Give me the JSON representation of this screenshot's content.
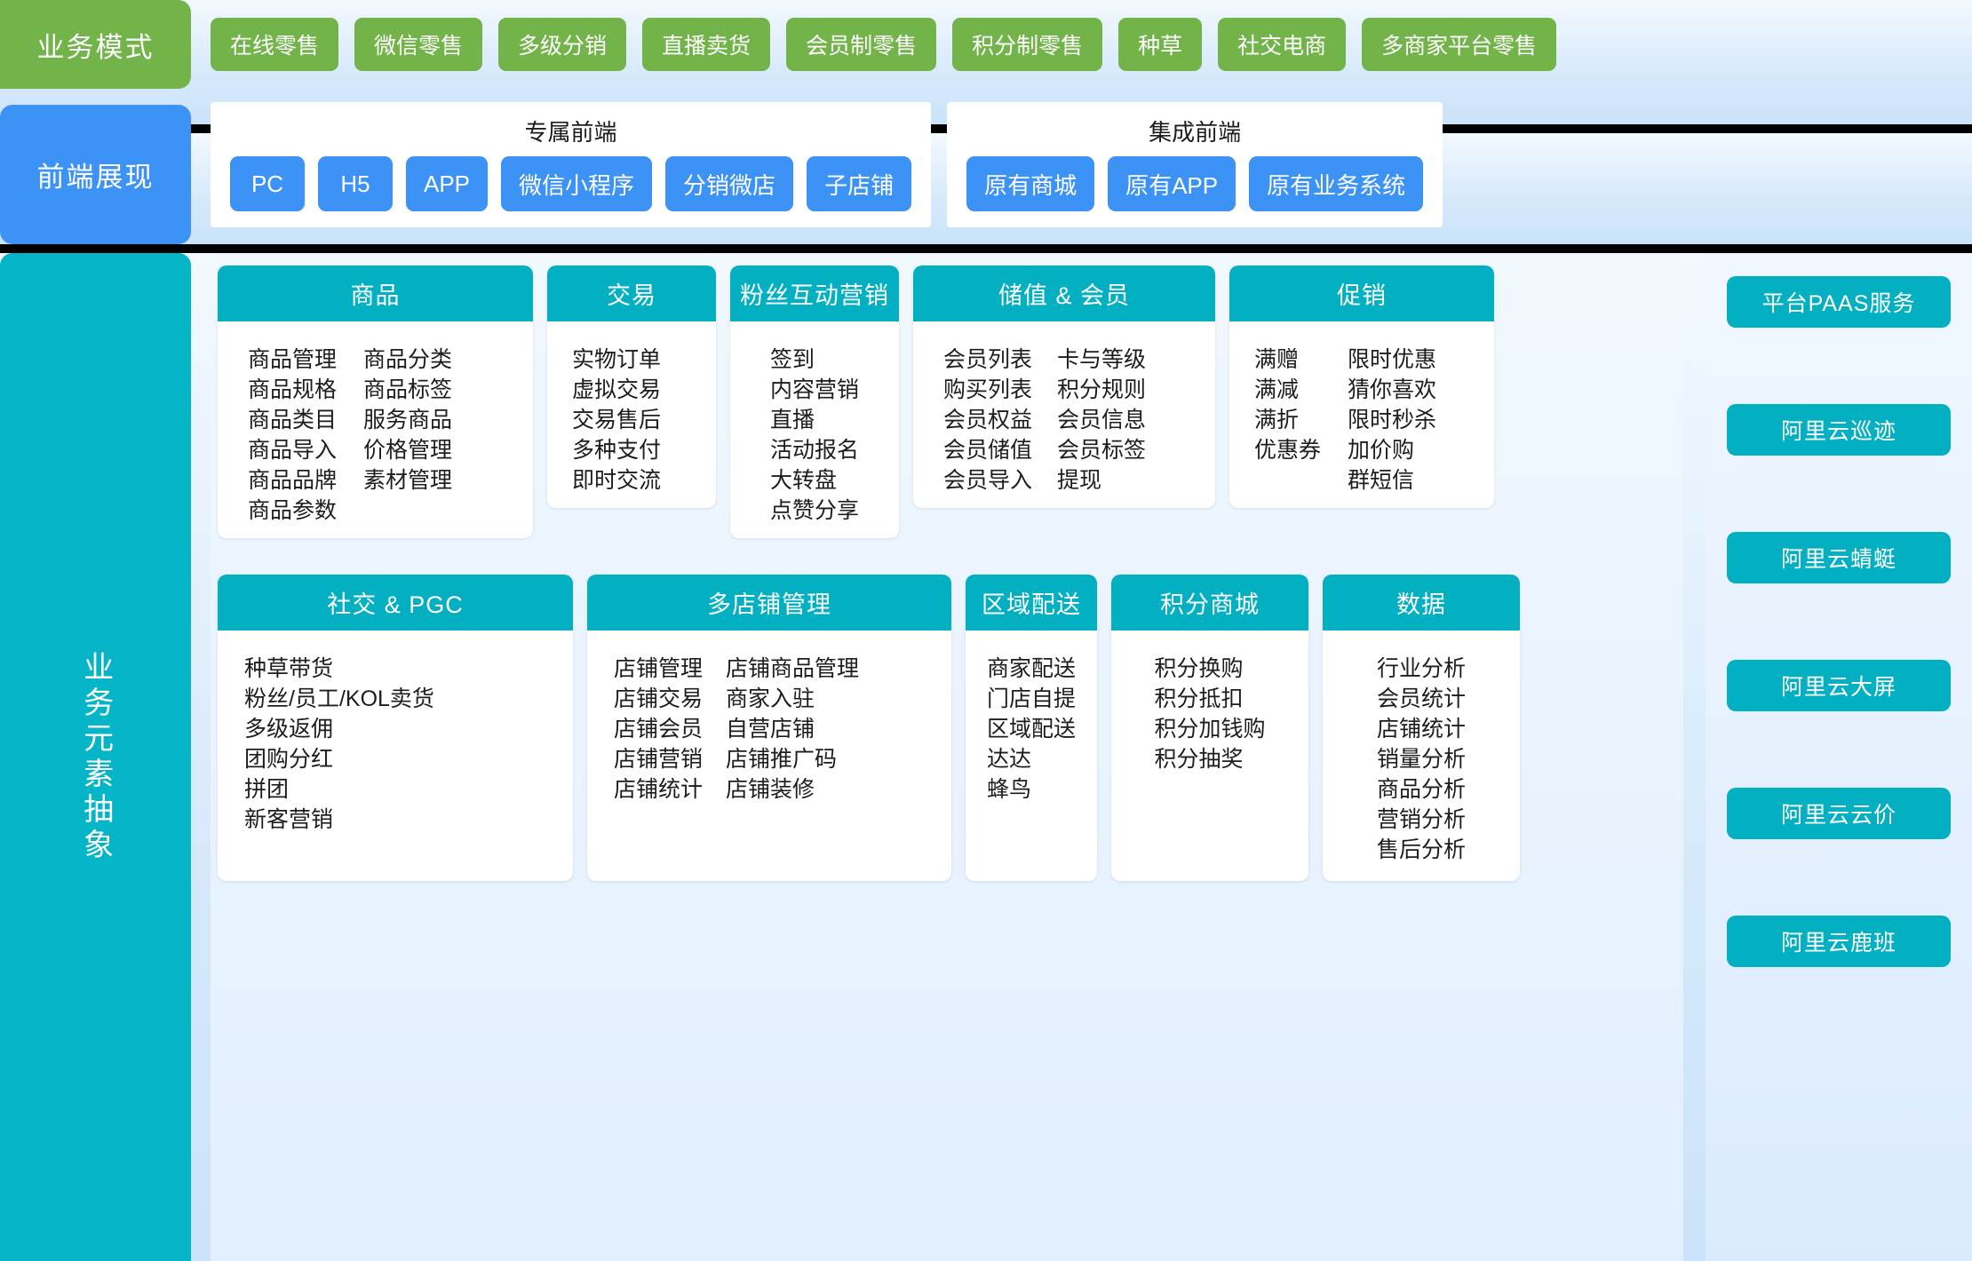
{
  "rows": {
    "business_mode": {
      "label": "业务模式",
      "chips": [
        "在线零售",
        "微信零售",
        "多级分销",
        "直播卖货",
        "会员制零售",
        "积分制零售",
        "种草",
        "社交电商",
        "多商家平台零售"
      ]
    },
    "frontend": {
      "label": "前端展现",
      "panels": [
        {
          "title": "专属前端",
          "chips": [
            "PC",
            "H5",
            "APP",
            "微信小程序",
            "分销微店",
            "子店铺"
          ]
        },
        {
          "title": "集成前端",
          "chips": [
            "原有商城",
            "原有APP",
            "原有业务系统"
          ]
        }
      ]
    },
    "business_elements": {
      "label": "业务元素抽象",
      "cards_row1": [
        {
          "title": "商品",
          "columns": [
            [
              "商品管理",
              "商品规格",
              "商品类目",
              "商品导入",
              "商品品牌",
              "商品参数"
            ],
            [
              "商品分类",
              "商品标签",
              "服务商品",
              "价格管理",
              "素材管理"
            ]
          ]
        },
        {
          "title": "交易",
          "columns": [
            [
              "实物订单",
              "虚拟交易",
              "交易售后",
              "多种支付",
              "即时交流"
            ]
          ]
        },
        {
          "title": "粉丝互动营销",
          "columns": [
            [
              "签到",
              "内容营销",
              "直播",
              "活动报名",
              "大转盘",
              "点赞分享"
            ]
          ]
        },
        {
          "title": "储值 & 会员",
          "columns": [
            [
              "会员列表",
              "购买列表",
              "会员权益",
              "会员储值",
              "会员导入"
            ],
            [
              "卡与等级",
              "积分规则",
              "会员信息",
              "会员标签",
              "提现"
            ]
          ]
        },
        {
          "title": "促销",
          "columns": [
            [
              "满赠",
              "满减",
              "满折",
              "优惠券"
            ],
            [
              "限时优惠",
              "猜你喜欢",
              "限时秒杀",
              "加价购",
              "群短信"
            ]
          ]
        }
      ],
      "cards_row2": [
        {
          "title": "社交 & PGC",
          "columns": [
            [
              "种草带货",
              "粉丝/员工/KOL卖货",
              "多级返佣",
              "团购分红",
              "拼团",
              "新客营销"
            ]
          ]
        },
        {
          "title": "多店铺管理",
          "columns": [
            [
              "店铺管理",
              "店铺交易",
              "店铺会员",
              "店铺营销",
              "店铺统计"
            ],
            [
              "店铺商品管理",
              "商家入驻",
              "自营店铺",
              "店铺推广码",
              "店铺装修"
            ]
          ]
        },
        {
          "title": "区域配送",
          "columns": [
            [
              "商家配送",
              "门店自提",
              "区域配送",
              "达达",
              "蜂鸟"
            ]
          ]
        },
        {
          "title": "积分商城",
          "columns": [
            [
              "积分换购",
              "积分抵扣",
              "积分加钱购",
              "积分抽奖"
            ]
          ]
        },
        {
          "title": "数据",
          "columns": [
            [
              "行业分析",
              "会员统计",
              "店铺统计",
              "销量分析",
              "商品分析",
              "营销分析",
              "售后分析"
            ]
          ]
        }
      ],
      "paas_services": [
        "平台PAAS服务",
        "阿里云巡迹",
        "阿里云蜻蜓",
        "阿里云大屏",
        "阿里云云价",
        "阿里云鹿班"
      ]
    }
  },
  "colors": {
    "green": "#72b44a",
    "blue": "#3d93f5",
    "teal": "#03b0c2",
    "panel_bg": "#ffffff",
    "page_bg": "#e3f0fd",
    "divider": "#000000"
  }
}
